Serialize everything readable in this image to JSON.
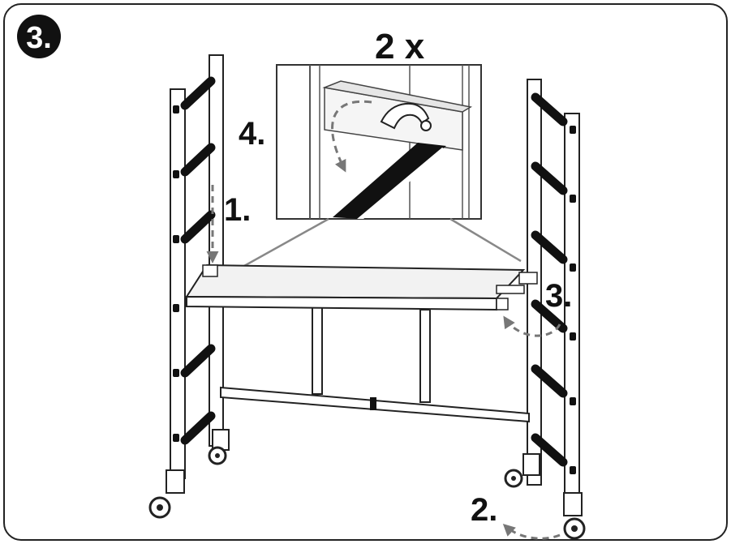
{
  "step_badge": "3.",
  "quantity_label": "2 x",
  "steps": {
    "s1": "1.",
    "s2": "2.",
    "s3": "3.",
    "s4": "4."
  },
  "colors": {
    "ink": "#111111",
    "dashed_arrow": "#777777",
    "guide_line": "#888888",
    "platform": "#f2f2f2"
  }
}
